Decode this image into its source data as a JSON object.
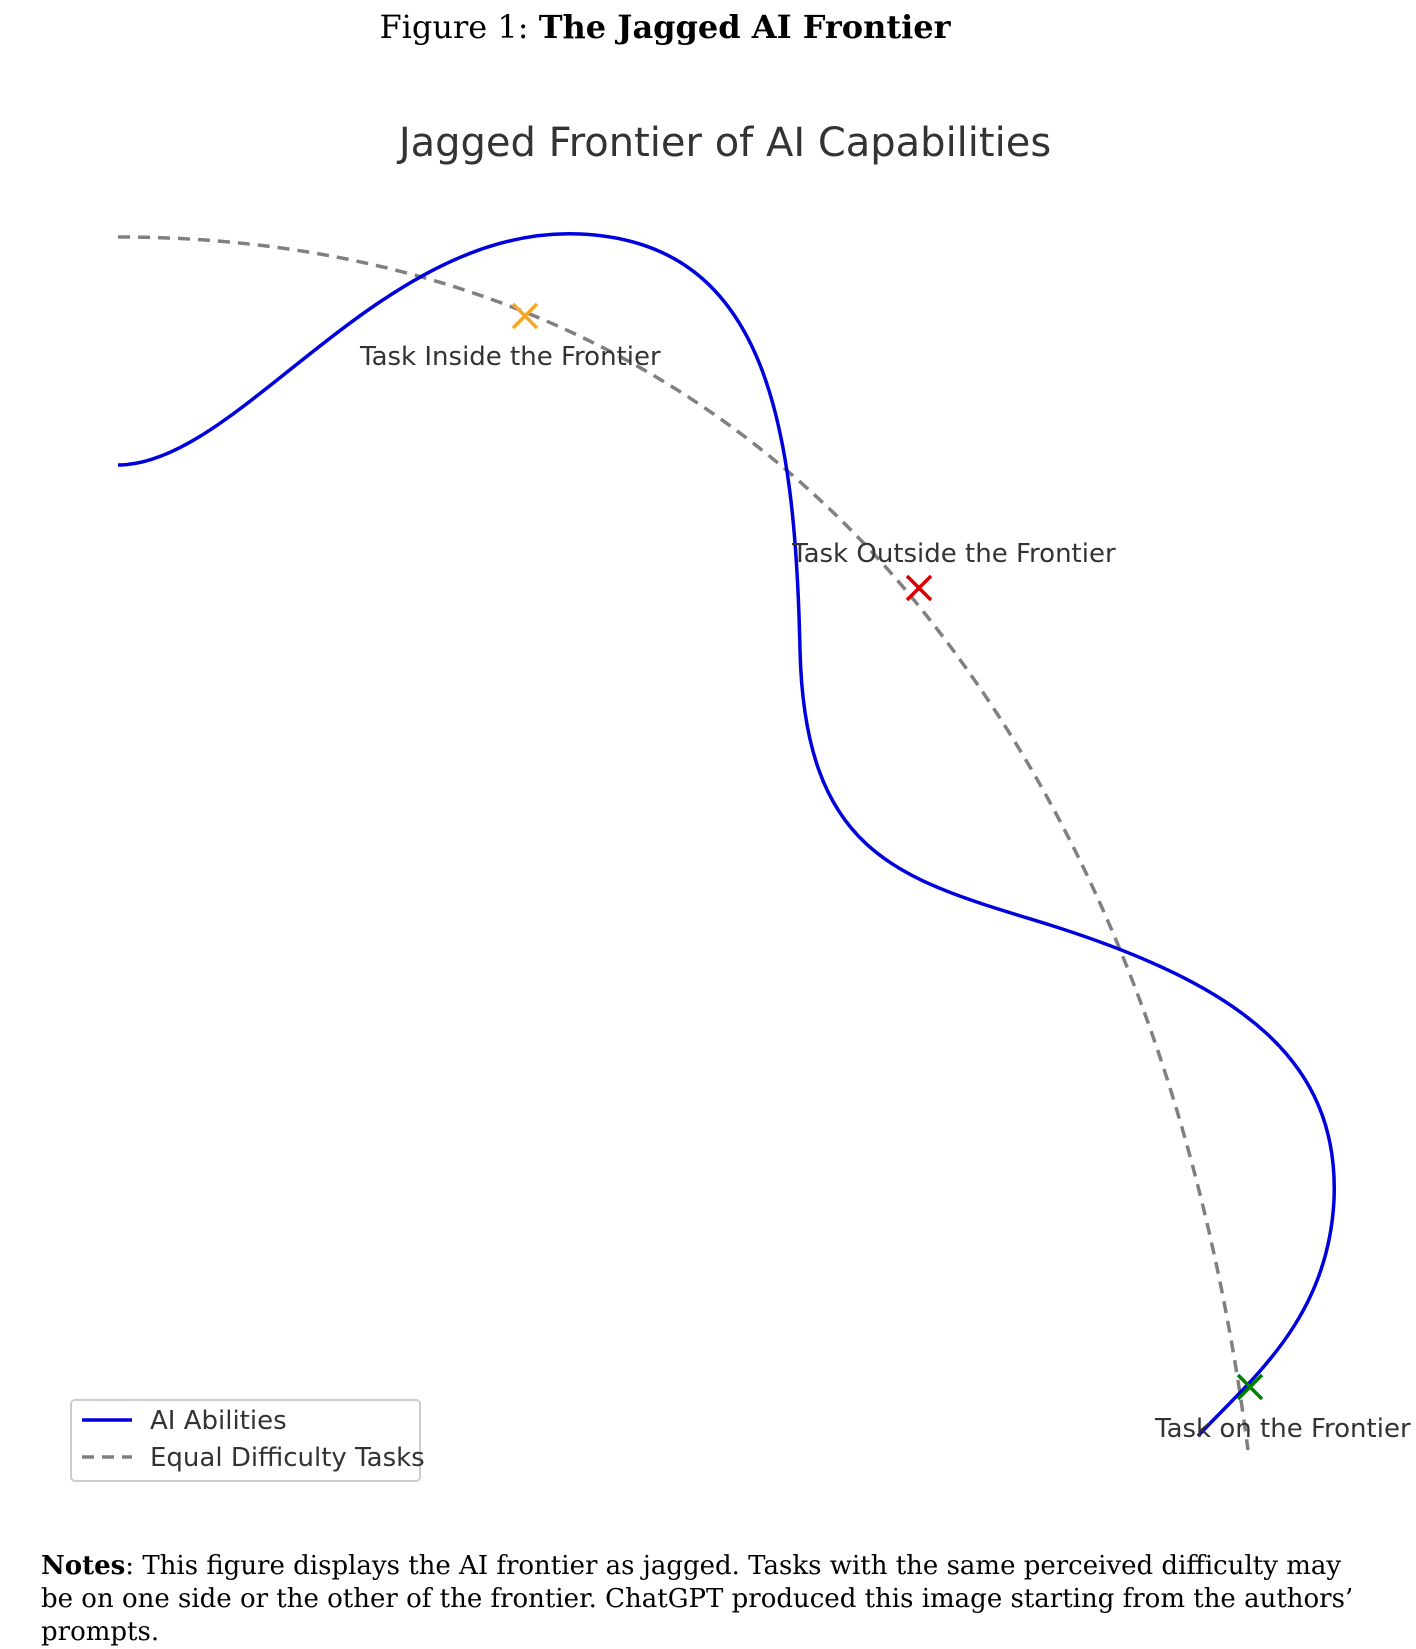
{
  "caption": {
    "prefix": "Figure 1: ",
    "title": "The Jagged AI Frontier"
  },
  "chart_data": {
    "type": "line",
    "title": "Jagged Frontier of AI Capabilities",
    "axes_visible": false,
    "series": [
      {
        "name": "AI Abilities",
        "color": "#0000dd",
        "style": "solid"
      },
      {
        "name": "Equal Difficulty Tasks",
        "color": "#808080",
        "style": "dashed"
      }
    ],
    "markers": [
      {
        "label": "Task Inside the Frontier",
        "color": "#f5a623",
        "symbol": "x"
      },
      {
        "label": "Task Outside the Frontier",
        "color": "#dd0000",
        "symbol": "x"
      },
      {
        "label": "Task on the Frontier",
        "color": "#008000",
        "symbol": "x"
      }
    ],
    "legend_position": "lower-left"
  },
  "notes": {
    "lead": "Notes",
    "text": ": This figure displays the AI frontier as jagged. Tasks with the same perceived difficulty may be on one side or the other of the frontier. ChatGPT produced this image starting from the authors’ prompts."
  }
}
